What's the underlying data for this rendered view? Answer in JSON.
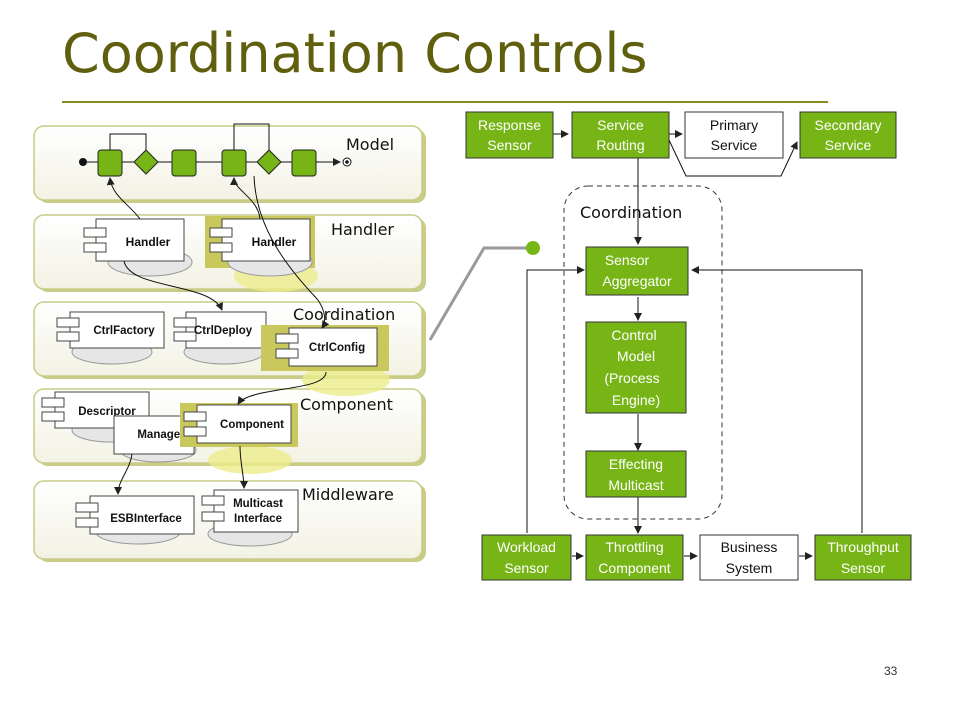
{
  "slide": {
    "title": "Coordination Controls",
    "page_number": "33"
  },
  "layers": {
    "model": "Model",
    "handler": "Handler",
    "coordination": "Coordination",
    "component": "Component",
    "middleware": "Middleware"
  },
  "components": {
    "handler_1": "Handler",
    "handler_2": "Handler",
    "ctrl_factory": "CtrlFactory",
    "ctrl_deploy": "CtrlDeploy",
    "ctrl_config": "CtrlConfig",
    "descriptor": "Descriptor",
    "manager": "Manager",
    "component": "Component",
    "esb_interface": "ESBInterface",
    "multicast_interface_l1": "Multicast",
    "multicast_interface_l2": "Interface"
  },
  "flow": {
    "coordination_label": "Coordination",
    "response_sensor": [
      "Response",
      "Sensor"
    ],
    "service_routing": [
      "Service",
      "Routing"
    ],
    "primary_service": [
      "Primary",
      "Service"
    ],
    "secondary_service": [
      "Secondary",
      "Service"
    ],
    "sensor_aggregator": [
      "Sensor",
      "Aggregator"
    ],
    "control_model": [
      "Control",
      "Model",
      "(Process",
      "Engine)"
    ],
    "effecting_multicast": [
      "Effecting",
      "Multicast"
    ],
    "workload_sensor": [
      "Workload",
      "Sensor"
    ],
    "throttling_component": [
      "Throttling",
      "Component"
    ],
    "business_system": [
      "Business",
      "System"
    ],
    "throughput_sensor": [
      "Throughput",
      "Sensor"
    ]
  },
  "colors": {
    "title": "#5f5f0e",
    "green_box": "#77b516",
    "layer_border": "#c9cc86",
    "highlight": "#d4d47a"
  }
}
